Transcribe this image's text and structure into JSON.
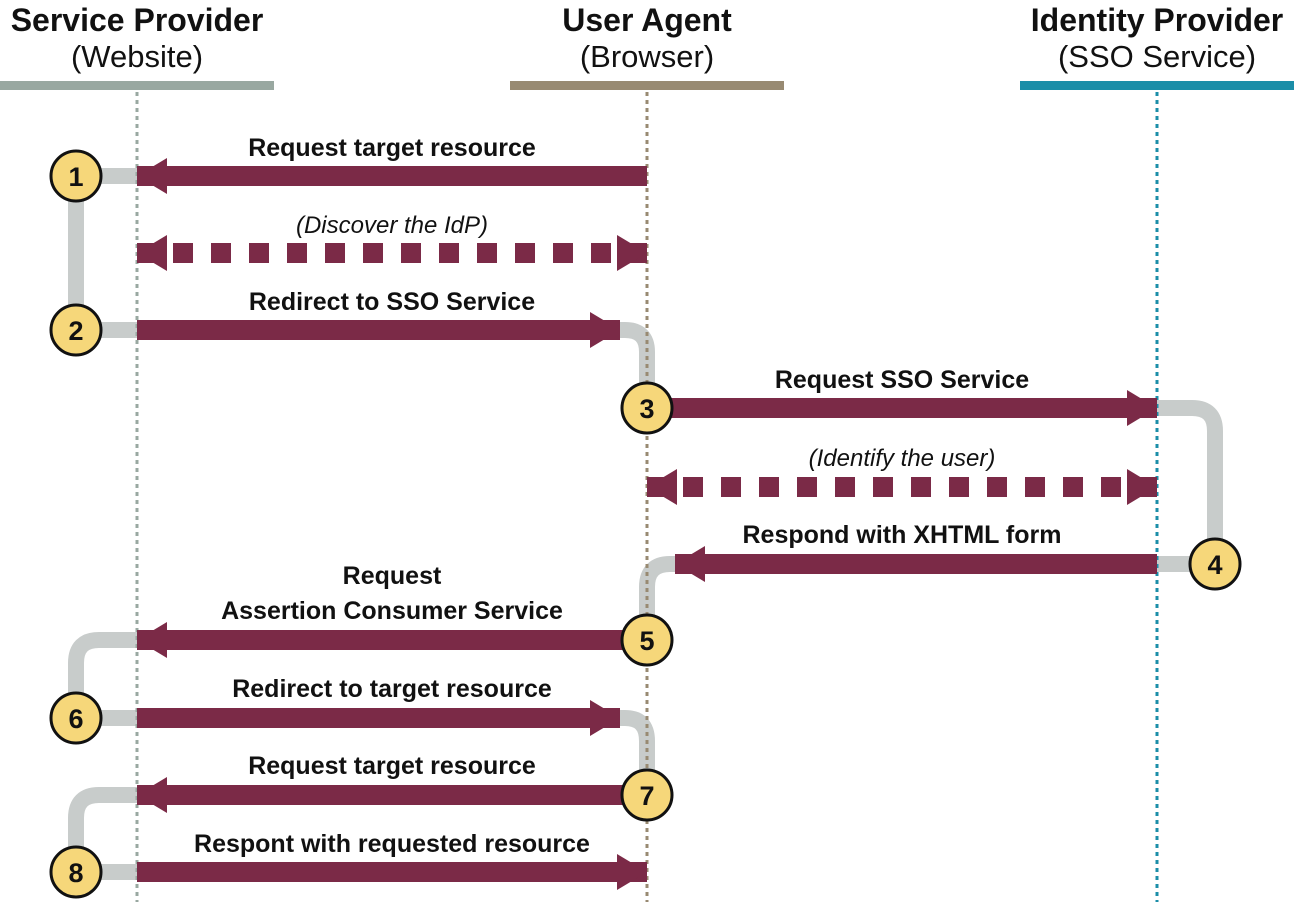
{
  "colors": {
    "sp": "#99a8a1",
    "ua": "#988a72",
    "idp": "#1b8ea8",
    "arrow": "#7b2a47",
    "connector": "#c8cccb",
    "step_fill": "#f6d77a",
    "step_stroke": "#111111"
  },
  "lanes": {
    "sp": {
      "title": "Service Provider",
      "subtitle": "(Website)"
    },
    "ua": {
      "title": "User Agent",
      "subtitle": "(Browser)"
    },
    "idp": {
      "title": "Identity Provider",
      "subtitle": "(SSO Service)"
    }
  },
  "steps": {
    "s1": "1",
    "s2": "2",
    "s3": "3",
    "s4": "4",
    "s5": "5",
    "s6": "6",
    "s7": "7",
    "s8": "8"
  },
  "messages": {
    "m1": "Request target resource",
    "discover": "(Discover the IdP)",
    "m2": "Redirect to SSO Service",
    "m3": "Request SSO Service",
    "identify": "(Identify the user)",
    "m4": "Respond with XHTML form",
    "m5_line1": "Request",
    "m5_line2": "Assertion Consumer Service",
    "m6": "Redirect to target resource",
    "m7": "Request target resource",
    "m8": "Respont with requested resource"
  }
}
